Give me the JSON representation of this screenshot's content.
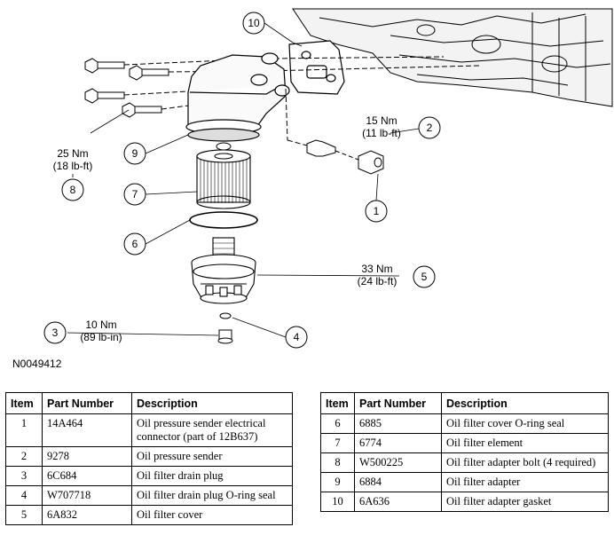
{
  "diagram": {
    "callouts": [
      "1",
      "2",
      "3",
      "4",
      "5",
      "6",
      "7",
      "8",
      "9",
      "10"
    ],
    "torque": {
      "t2": {
        "nm": "15 Nm",
        "lbft": "(11 lb-ft)"
      },
      "t3": {
        "nm": "10 Nm",
        "lbft": "(89 lb-in)"
      },
      "t5": {
        "nm": "33 Nm",
        "lbft": "(24 lb-ft)"
      },
      "t8": {
        "nm": "25 Nm",
        "lbft": "(18 lb-ft)"
      }
    },
    "figure_id": "N0049412"
  },
  "table_left": {
    "headers": [
      "Item",
      "Part Number",
      "Description"
    ],
    "rows": [
      {
        "item": "1",
        "part": "14A464",
        "desc": "Oil pressure sender electrical connector (part of 12B637)"
      },
      {
        "item": "2",
        "part": "9278",
        "desc": "Oil pressure sender"
      },
      {
        "item": "3",
        "part": "6C684",
        "desc": "Oil filter drain plug"
      },
      {
        "item": "4",
        "part": "W707718",
        "desc": "Oil filter drain plug O-ring seal"
      },
      {
        "item": "5",
        "part": "6A832",
        "desc": "Oil filter cover"
      }
    ]
  },
  "table_right": {
    "headers": [
      "Item",
      "Part Number",
      "Description"
    ],
    "rows": [
      {
        "item": "6",
        "part": "6885",
        "desc": "Oil filter cover O-ring seal"
      },
      {
        "item": "7",
        "part": "6774",
        "desc": "Oil filter element"
      },
      {
        "item": "8",
        "part": "W500225",
        "desc": "Oil filter adapter bolt (4 required)"
      },
      {
        "item": "9",
        "part": "6884",
        "desc": "Oil filter adapter"
      },
      {
        "item": "10",
        "part": "6A636",
        "desc": "Oil filter adapter gasket"
      }
    ]
  }
}
